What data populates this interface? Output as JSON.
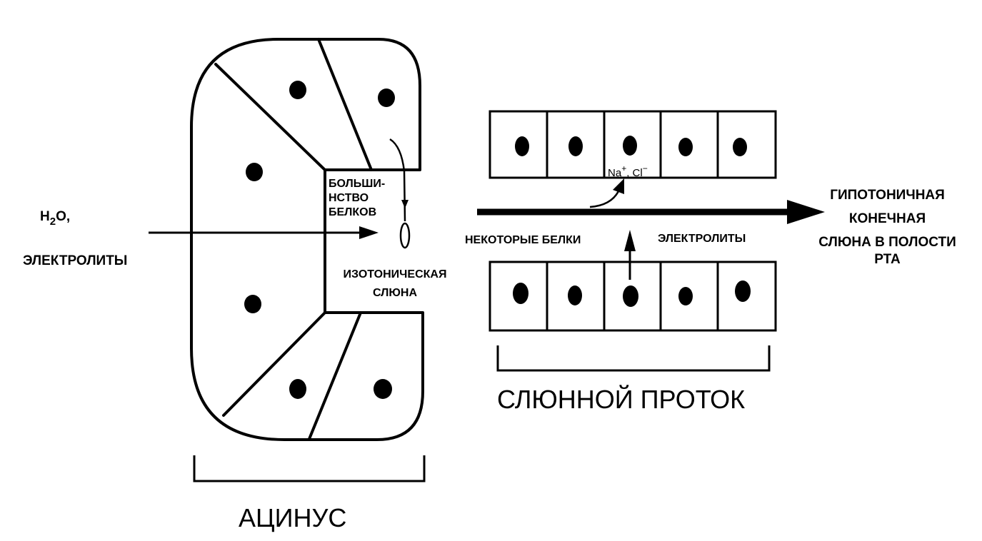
{
  "labels": {
    "water_h": "H",
    "water_sub": "2",
    "water_o": "O,",
    "electrolytes_in": "ЭЛЕКТРОЛИТЫ",
    "most_proteins": [
      "БОЛЬШИ-",
      "НСТВО",
      "БЕЛКОВ"
    ],
    "isotonic_saliva": [
      "ИЗОТОНИЧЕСКАЯ",
      "СЛЮНА"
    ],
    "some_proteins": "НЕКОТОРЫЕ БЕЛКИ",
    "electrolytes_duct": "ЭЛЕКТРОЛИТЫ",
    "ion_na": "Na",
    "ion_na_charge": "+",
    "ion_sep": ", Cl",
    "ion_cl_charge": "−",
    "hypotonic": [
      "ГИПОТОНИЧНАЯ",
      "КОНЕЧНАЯ",
      "СЛЮНА В ПОЛОСТИ",
      "РТА"
    ],
    "acinus": "АЦИНУС",
    "salivary_duct": "СЛЮННОЙ ПРОТОК"
  }
}
